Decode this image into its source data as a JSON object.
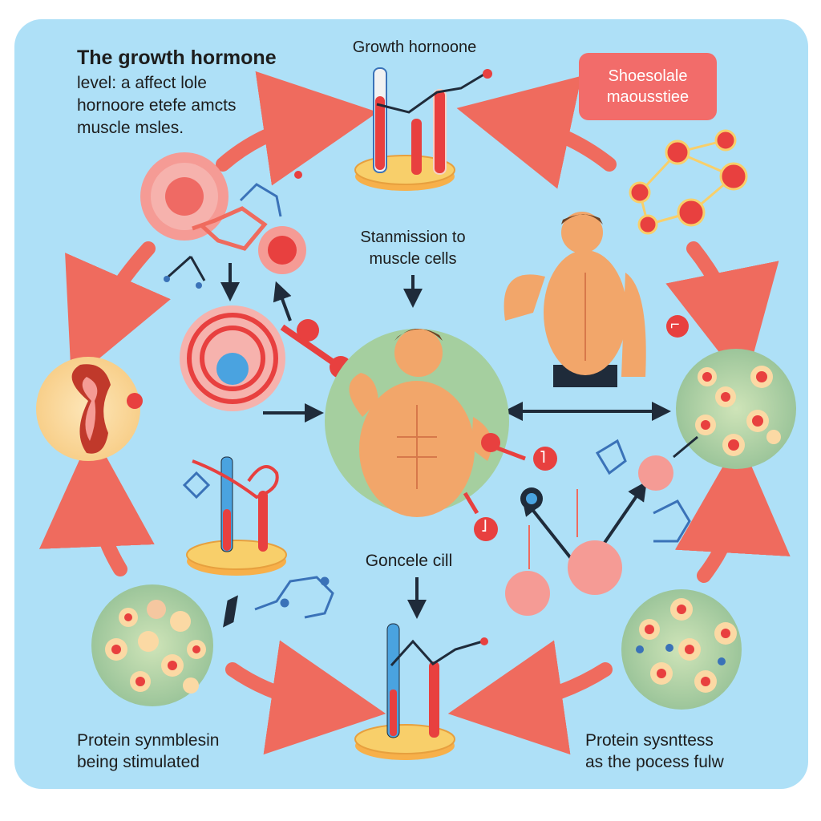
{
  "intro": {
    "title": "The growth  hormone",
    "body": "level: a affect lole\nhornoore etefe amcts\nmuscle msles."
  },
  "labels": {
    "top": "Growth hornoone",
    "badge": "Shoesolale\nmaousstiee",
    "center": "Stanmission to\nmuscle cells",
    "middle": "Goncele cill",
    "bottom_left": "Protein synmblesin\n being stimulated",
    "bottom_right": "Protein sysnttess\nas the pocess fulw",
    "small_marks": [
      "⌐",
      "˥",
      "˩"
    ]
  },
  "colors": {
    "background": "#aee0f7",
    "cycle_arrow": "#ef6b5e",
    "badge": "#f26c6a",
    "cell_fill": "#fbd9a4",
    "cell_nucleus": "#e8403f",
    "skin": "#f2a66a",
    "disc": "#f8c862",
    "molecule": "#3a72b8"
  },
  "icons": [
    "hormone-test-tube-icon",
    "muscle-cell-icon",
    "flexing-man-icon",
    "molecule-icon",
    "cell-cluster-icon",
    "cycle-arrow-icon"
  ]
}
